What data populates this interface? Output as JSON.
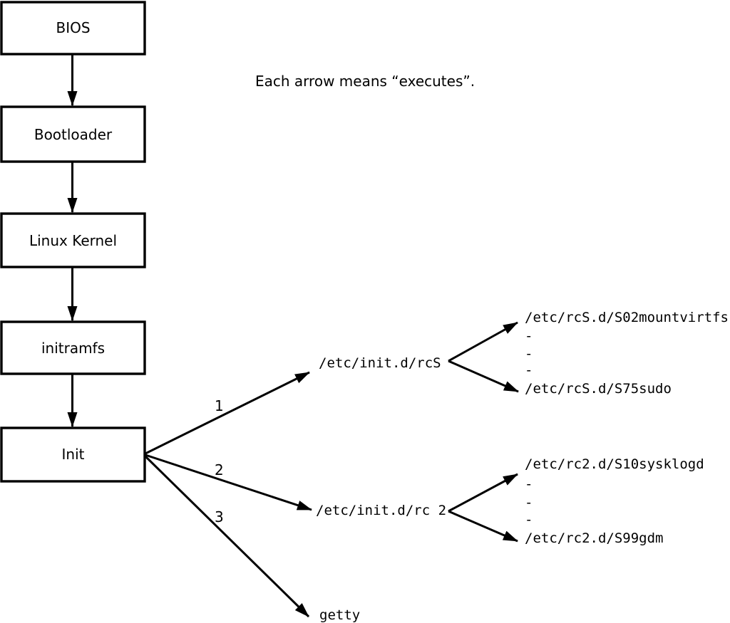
{
  "caption": "Each arrow means “executes”.",
  "colors": {
    "line": "#000000",
    "background": "#ffffff"
  },
  "boot_chain": [
    {
      "label": "BIOS"
    },
    {
      "label": "Bootloader"
    },
    {
      "label": "Linux Kernel"
    },
    {
      "label": "initramfs"
    },
    {
      "label": "Init"
    }
  ],
  "branches": [
    {
      "number": "1",
      "target": "/etc/init.d/rcS",
      "children": [
        "/etc/rcS.d/S02mountvirtfs",
        "-",
        "-",
        "-",
        "/etc/rcS.d/S75sudo"
      ]
    },
    {
      "number": "2",
      "target": "/etc/init.d/rc 2",
      "children": [
        "/etc/rc2.d/S10sysklogd",
        "-",
        "-",
        "-",
        "/etc/rc2.d/S99gdm"
      ]
    },
    {
      "number": "3",
      "target": "getty",
      "children": []
    }
  ]
}
